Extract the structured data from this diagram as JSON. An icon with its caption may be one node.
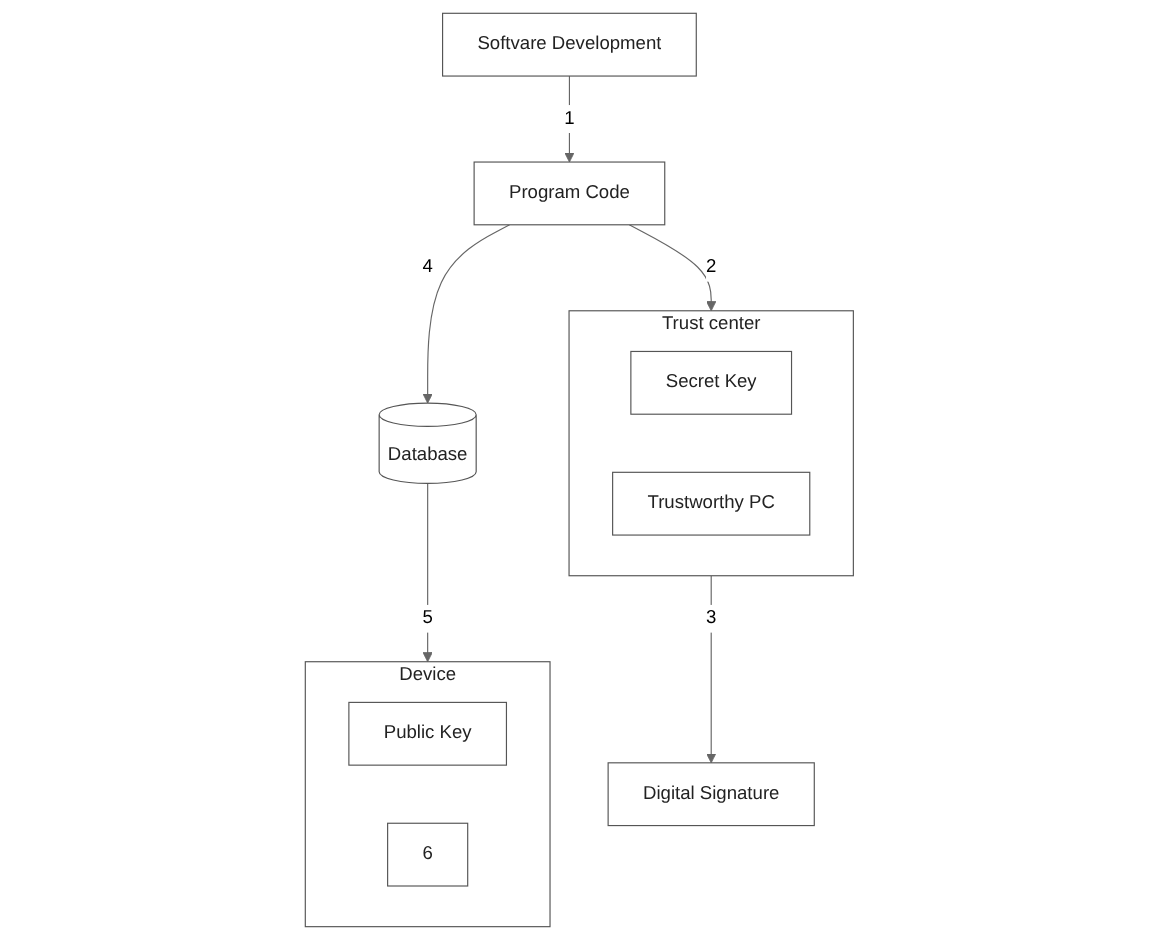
{
  "diagram": {
    "nodes": [
      {
        "text": [
          "Softvare Development"
        ]
      },
      {
        "text": [
          "Program Code"
        ]
      },
      {
        "text": [
          "Digital Signature"
        ]
      },
      {
        "text": [
          "Database"
        ]
      },
      {
        "text": [
          "Device"
        ]
      },
      {
        "text": [
          "Public Key"
        ],
        "in": 4
      },
      {
        "text": [
          "6"
        ],
        "in": 4
      },
      {
        "text": [
          "Trust center"
        ]
      },
      {
        "text": [
          "Secret Key"
        ],
        "in": 7
      },
      {
        "text": [
          "Trustworthy PC"
        ],
        "in": 7
      }
    ],
    "edges": [
      {
        "from": 0,
        "to": 1,
        "arrow": "to",
        "label": "1"
      },
      {
        "from": 1,
        "to": 7,
        "arrow": "to",
        "label": "2"
      },
      {
        "from": 7,
        "to": 2,
        "arrow": "to",
        "label": "3"
      },
      {
        "from": 1,
        "to": 3,
        "arrow": "to",
        "label": "4"
      },
      {
        "from": 3,
        "to": 4,
        "arrow": "to",
        "label": "5"
      }
    ]
  }
}
